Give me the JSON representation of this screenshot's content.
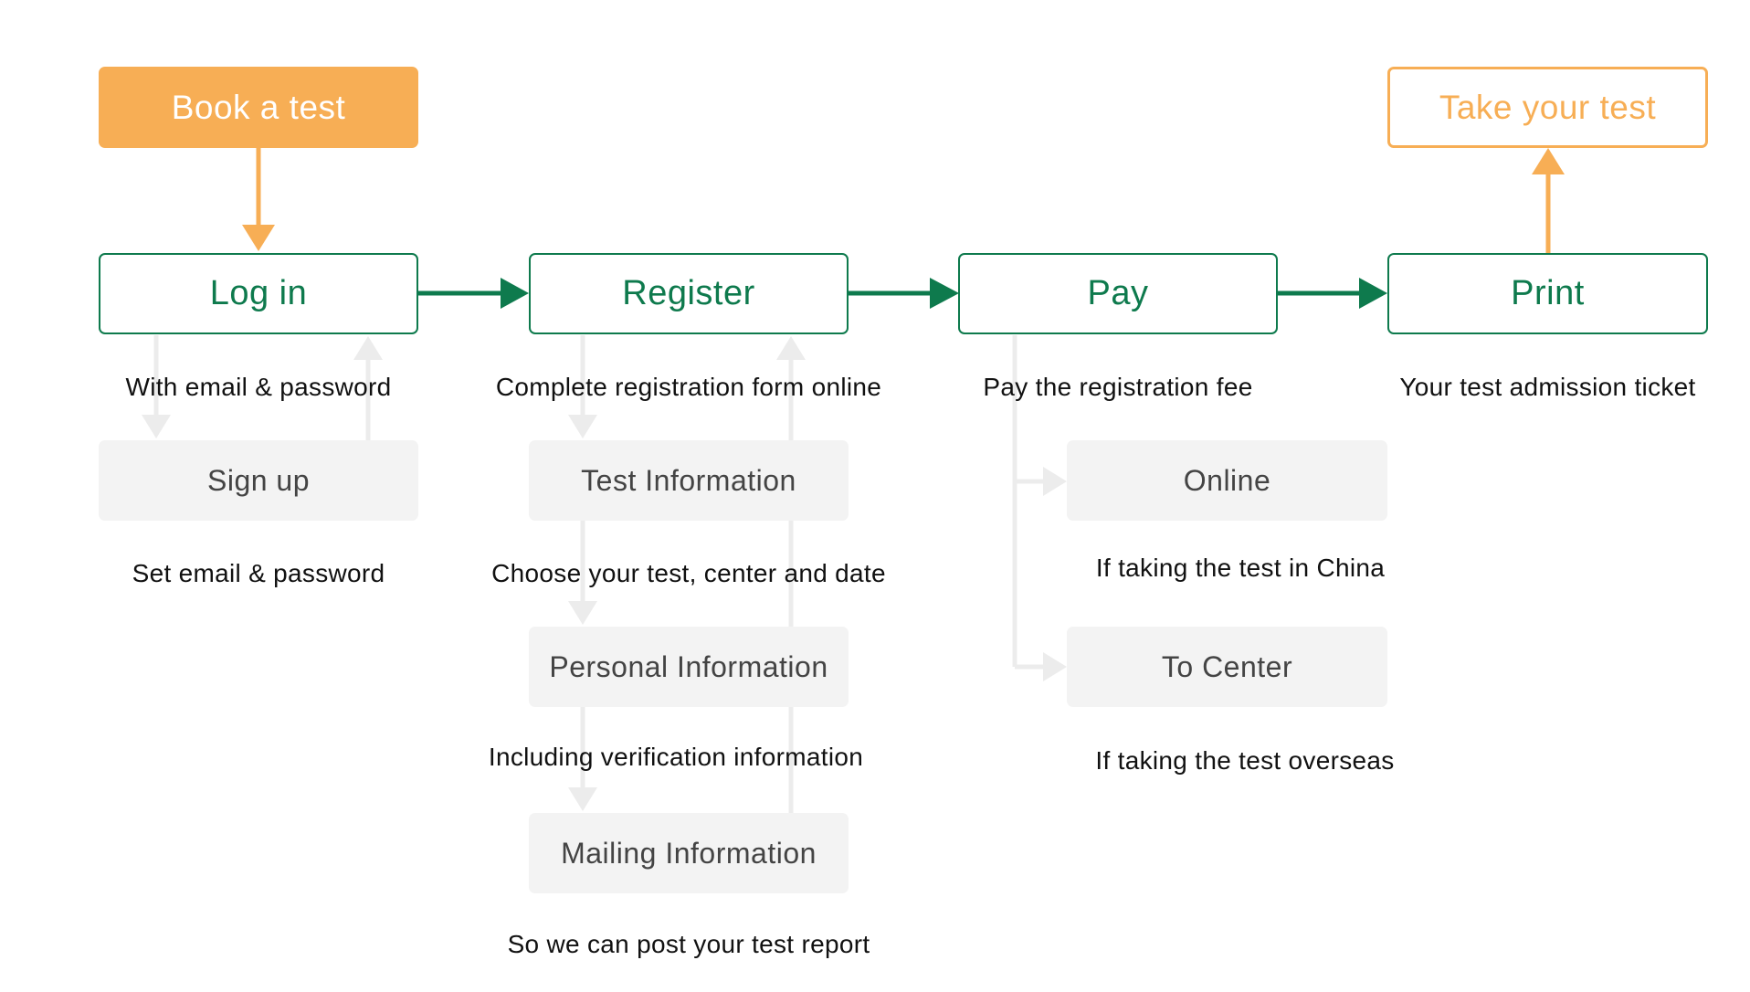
{
  "colors": {
    "orange": "#f7ae55",
    "green": "#0e7a4d",
    "grey_box": "#f3f3f3",
    "connector": "#ececec"
  },
  "top": {
    "book": "Book a test",
    "take": "Take your test"
  },
  "steps": {
    "login": {
      "label": "Log in",
      "desc": "With email & password",
      "sub": {
        "label": "Sign up",
        "desc": "Set email & password"
      }
    },
    "register": {
      "label": "Register",
      "desc": "Complete registration form online",
      "subs": [
        {
          "label": "Test Information",
          "desc": "Choose your test, center and date"
        },
        {
          "label": "Personal Information",
          "desc": "Including verification information"
        },
        {
          "label": "Mailing Information",
          "desc": "So we can post your test report"
        }
      ]
    },
    "pay": {
      "label": "Pay",
      "desc": "Pay the registration fee",
      "subs": [
        {
          "label": "Online",
          "desc": "If taking the test in China"
        },
        {
          "label": "To Center",
          "desc": "If taking the test overseas"
        }
      ]
    },
    "print": {
      "label": "Print",
      "desc": "Your test admission ticket"
    }
  }
}
